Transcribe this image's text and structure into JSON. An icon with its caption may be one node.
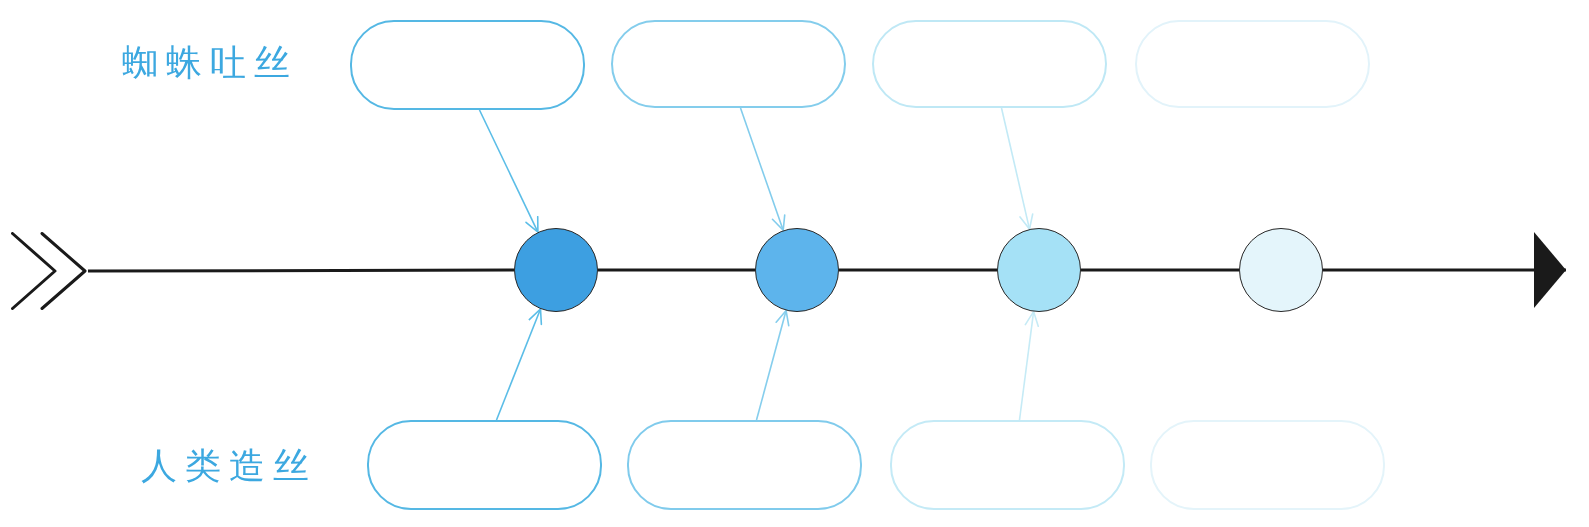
{
  "diagram": {
    "nodes": [
      {
        "text": [],
        "shape": "box"
      },
      {
        "text": [],
        "shape": "box"
      },
      {
        "text": [],
        "shape": "box"
      },
      {
        "text": [],
        "shape": "box"
      },
      {
        "text": [],
        "shape": "chevron"
      },
      {
        "text": [],
        "shape": "circle"
      },
      {
        "text": [],
        "shape": "circle"
      },
      {
        "text": [],
        "shape": "circle"
      },
      {
        "text": [],
        "shape": "circle"
      },
      {
        "text": [],
        "shape": "box"
      },
      {
        "text": [],
        "shape": "box"
      },
      {
        "text": [],
        "shape": "box"
      },
      {
        "text": [],
        "shape": "box"
      }
    ],
    "edges": [
      {
        "from": 0,
        "to": 5,
        "arrow": "to",
        "color": "#5bbde7"
      },
      {
        "from": 1,
        "to": 6,
        "arrow": "to",
        "color": "#82ccec"
      },
      {
        "from": 2,
        "to": 7,
        "arrow": "to",
        "color": "#c3eaf6"
      },
      {
        "from": 4,
        "to": 5,
        "arrow": "none"
      },
      {
        "from": 5,
        "to": 6,
        "arrow": "none"
      },
      {
        "from": 6,
        "to": 7,
        "arrow": "none"
      },
      {
        "from": 7,
        "to": 8,
        "arrow": "none"
      },
      {
        "from": 8,
        "to": null,
        "arrow": "to"
      },
      {
        "from": 9,
        "to": 5,
        "arrow": "to",
        "color": "#5bbde7"
      },
      {
        "from": 10,
        "to": 6,
        "arrow": "to",
        "color": "#86ceed"
      },
      {
        "from": 11,
        "to": 7,
        "arrow": "to",
        "color": "#c6ebf6"
      }
    ],
    "labels": [
      "蜘蛛吐丝",
      "人类造丝"
    ]
  }
}
